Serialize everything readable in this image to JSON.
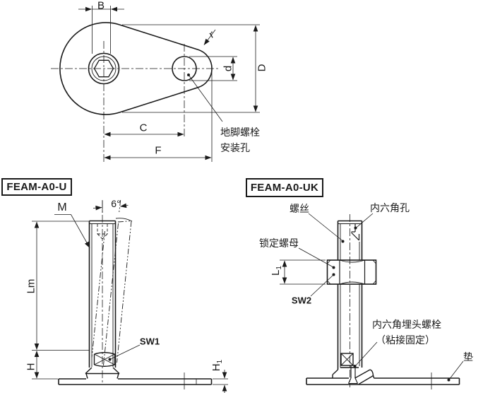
{
  "colors": {
    "line": "#1a1a1a",
    "background": "#ffffff"
  },
  "top_view": {
    "dim_b": "B",
    "dim_r": "r",
    "dim_d": "d",
    "dim_big_d": "D",
    "dim_c": "C",
    "dim_f": "F",
    "hole_label_line1": "地脚螺栓",
    "hole_label_line2": "安装孔"
  },
  "left_view": {
    "title": "FEAM-A0-U",
    "dim_m": "M",
    "angle": "6°",
    "dim_lm": "Lm",
    "dim_h": "H",
    "dim_h1_main": "H",
    "dim_h1_sub": "1",
    "dim_sw1": "SW1"
  },
  "right_view": {
    "title": "FEAM-A0-UK",
    "label_screw": "螺丝",
    "label_hex_socket": "内六角孔",
    "label_lock_nut": "锁定螺母",
    "dim_l1_main": "L",
    "dim_l1_sub": "1",
    "dim_sw2": "SW2",
    "label_csk_line1": "内六角埋头螺栓",
    "label_csk_line2": "（粘接固定）",
    "label_pad": "垫"
  }
}
